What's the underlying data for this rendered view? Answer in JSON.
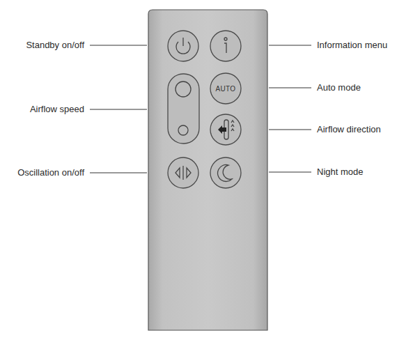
{
  "diagram": {
    "nodes": [
      {
        "text": [
          "AUTO"
        ]
      }
    ],
    "labels": [
      "Standby on/off",
      "Airflow speed",
      "Oscillation on/off",
      "Information menu",
      "Auto mode",
      "Airflow direction",
      "Night mode"
    ]
  }
}
